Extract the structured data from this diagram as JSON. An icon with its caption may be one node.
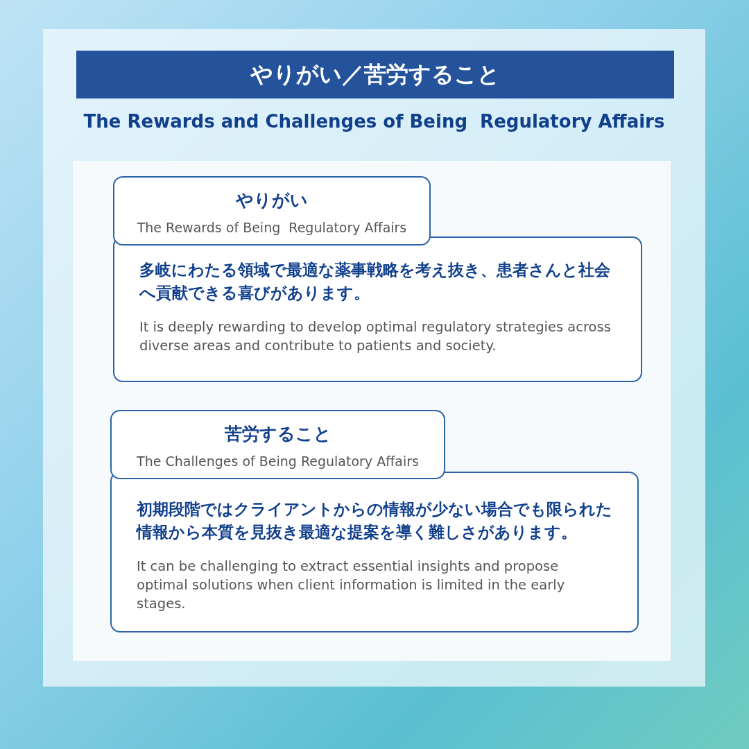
{
  "diagram": {
    "title": "やりがい／苦労すること",
    "nodes": [
      {
        "text": [
          "やりがい",
          "The Rewards of Being  Regulatory Affairs"
        ]
      },
      {
        "text": [
          "多岐にわたる領域で最適な薬事戦略を考え抜き、患者さんと社会へ貢献できる喜びがあります。",
          "It is deeply rewarding to develop optimal regulatory strategies across diverse areas and contribute to patients and society."
        ]
      },
      {
        "text": [
          "苦労すること",
          "The Challenges of Being Regulatory Affairs"
        ]
      },
      {
        "text": [
          "初期段階ではクライアントからの情報が少ない場合でも限られた情報から本質を見抜き最適な提案を導く難しさがあります。",
          "It can be challenging to extract essential insights and propose optimal solutions when client information is limited in the early stages."
        ]
      }
    ],
    "labels": [
      "The Rewards and Challenges of Being  Regulatory Affairs"
    ]
  }
}
